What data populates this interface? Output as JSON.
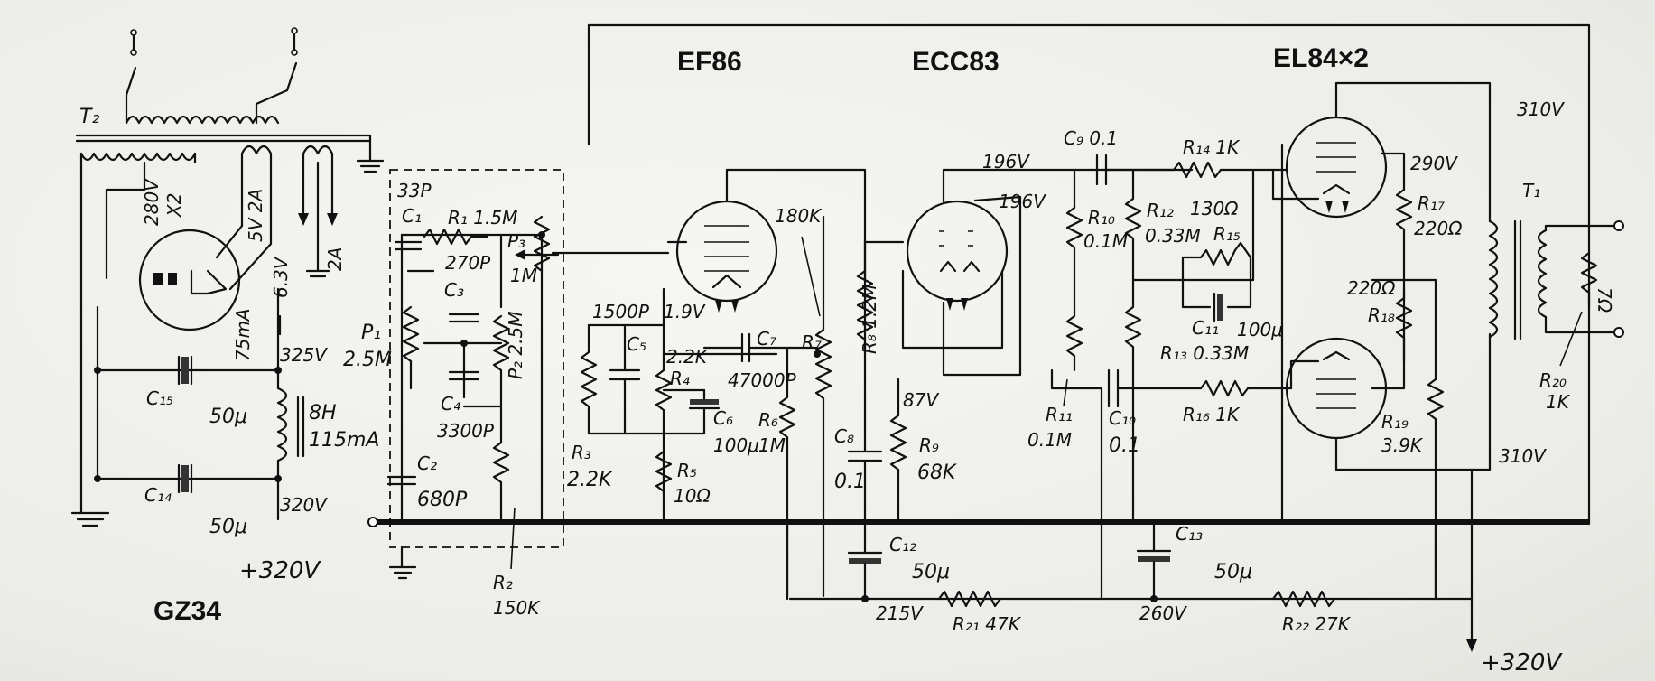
{
  "tubes": {
    "ef86": "EF86",
    "ecc83": "ECC83",
    "el84": "EL84×2",
    "gz34": "GZ34"
  },
  "transformers": {
    "t2": "T₂",
    "t1": "T₁",
    "hv_winding": "280V",
    "hv_mult": "X2",
    "rect_heater": "5V 2A",
    "fil_heater": "2A",
    "heater_voltage": "6.3V",
    "rect_current": "75mA"
  },
  "choke": {
    "inductance": "8H",
    "current": "115mA"
  },
  "supply": {
    "v325": "325V",
    "v320a": "320V",
    "plus320a": "+320V",
    "plus320b": "+320V",
    "v215": "215V",
    "v260": "260V",
    "v310a": "310V",
    "v310b": "310V",
    "v290": "290V",
    "v196a": "196V",
    "v196b": "196V",
    "v180": "180K",
    "v87": "87V",
    "v19": "1.9V"
  },
  "components": {
    "C1": "C₁",
    "C1v": "33P",
    "R1": "R₁ 1.5M",
    "C2": "C₂",
    "C2v": "680P",
    "C3": "C₃",
    "C3v": "270P",
    "C4": "C₄",
    "C4v": "3300P",
    "P1": "P₁",
    "P1v": "2.5M",
    "P2": "P₂ 2.5M",
    "P3": "P₃",
    "P3v": "1M",
    "R2": "R₂",
    "R2v": "150K",
    "R3": "R₃",
    "R3v": "2.2K",
    "C5": "C₅",
    "C5v": "1500P",
    "R4": "R₄",
    "R4v": "2.2K",
    "C6": "C₆",
    "C6v": "100μ",
    "R5": "R₅",
    "R5v": "10Ω",
    "C7": "C₇",
    "C7v": "47000P",
    "R6": "R₆",
    "R6v": "1M",
    "R7": "R₇",
    "R8": "R₈ 1.2M",
    "C8": "C₈",
    "C8v": "0.1",
    "R9": "R₉",
    "R9v": "68K",
    "C9": "C₉ 0.1",
    "R10": "R₁₀",
    "R10v": "0.1M",
    "R11": "R₁₁",
    "R11v": "0.1M",
    "R12": "R₁₂",
    "R12v": "0.33M",
    "R13": "R₁₃ 0.33M",
    "C10": "C₁₀",
    "C10v": "0.1",
    "R14": "R₁₄ 1K",
    "R15": "R₁₅",
    "R15v": "130Ω",
    "C11": "C₁₁",
    "C11v": "100μ",
    "R16": "R₁₆ 1K",
    "R17": "R₁₇",
    "R17v": "220Ω",
    "R18": "R₁₈",
    "R18v": "220Ω",
    "R19": "R₁₉",
    "R19v": "3.9K",
    "R20": "R₂₀",
    "R20v": "1K",
    "spk": "7Ω",
    "C12": "C₁₂",
    "C12v": "50μ",
    "C13": "C₁₃",
    "C13v": "50μ",
    "C14": "C₁₄",
    "C14v": "50μ",
    "C15": "C₁₅",
    "C15v": "50μ",
    "R21": "R₂₁ 47K",
    "R22": "R₂₂ 27K"
  }
}
